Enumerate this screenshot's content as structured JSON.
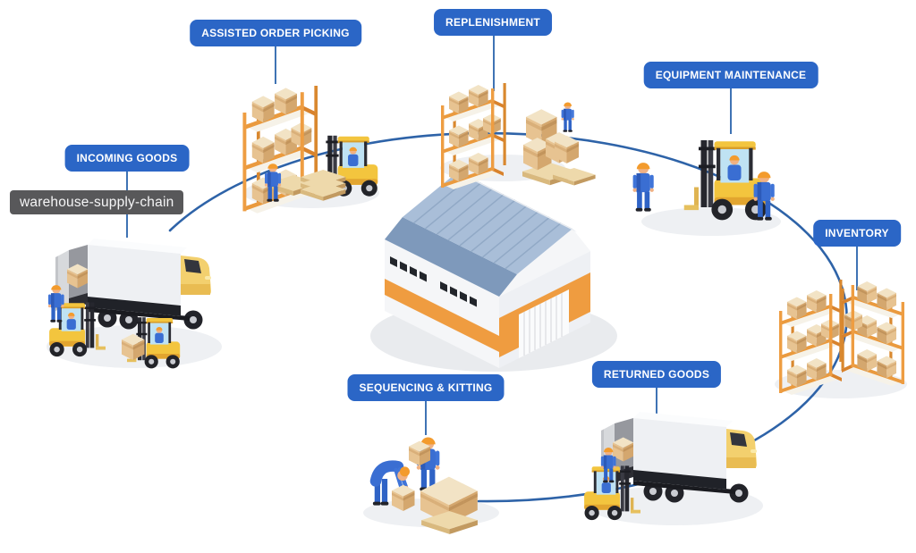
{
  "diagram": {
    "title_hidden": "",
    "tooltip": "warehouse-supply-chain",
    "center_icon": "warehouse-building-illustration",
    "stations": [
      {
        "label": "INCOMING GOODS",
        "icon": "truck-unloading-illustration"
      },
      {
        "label": "ASSISTED ORDER PICKING",
        "icon": "pallet-rack-forklift-illustration"
      },
      {
        "label": "REPLENISHMENT",
        "icon": "shelf-restock-illustration"
      },
      {
        "label": "EQUIPMENT MAINTENANCE",
        "icon": "forklift-repair-illustration"
      },
      {
        "label": "INVENTORY",
        "icon": "storage-shelves-illustration"
      },
      {
        "label": "RETURNED GOODS",
        "icon": "truck-return-illustration"
      },
      {
        "label": "SEQUENCING & KITTING",
        "icon": "packing-workers-illustration"
      }
    ],
    "colors": {
      "label_bg": "#2b66c6",
      "label_text": "#ffffff",
      "cycle_arc": "#2e63a8",
      "connector": "#3f73b4",
      "tooltip_bg": "#58585a",
      "tooltip_text": "#f5f5f6",
      "roof_blue": "#a9bed8",
      "accent_orange": "#ef9c40",
      "forklift_yellow": "#f3c53e",
      "box_tan": "#e7c391"
    }
  }
}
